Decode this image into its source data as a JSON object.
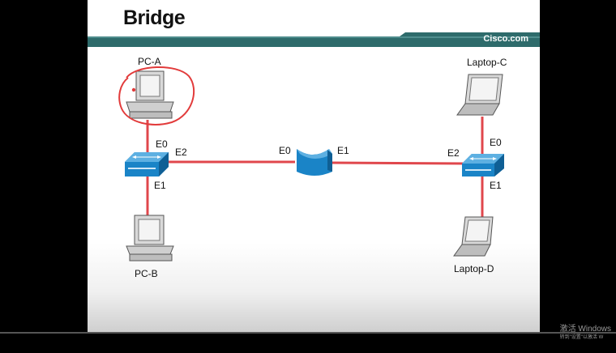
{
  "slide": {
    "title": "Bridge",
    "brand": "Cisco.com",
    "colors": {
      "bar": "#2e6b6b",
      "link": "#e0474c",
      "device_blue": "#1a84c7",
      "annotation": "#e23b3b"
    }
  },
  "devices": {
    "pc_a": "PC-A",
    "pc_b": "PC-B",
    "laptop_c": "Laptop-C",
    "laptop_d": "Laptop-D"
  },
  "ports": {
    "left_switch_e0": "E0",
    "left_switch_e1": "E1",
    "left_switch_e2": "E2",
    "bridge_e0": "E0",
    "bridge_e1": "E1",
    "right_switch_e2": "E2",
    "right_switch_e0": "E0",
    "right_switch_e1": "E1"
  },
  "watermark": {
    "line1": "激活 Windows",
    "line2": "转到\"设置\"以激活 W"
  }
}
